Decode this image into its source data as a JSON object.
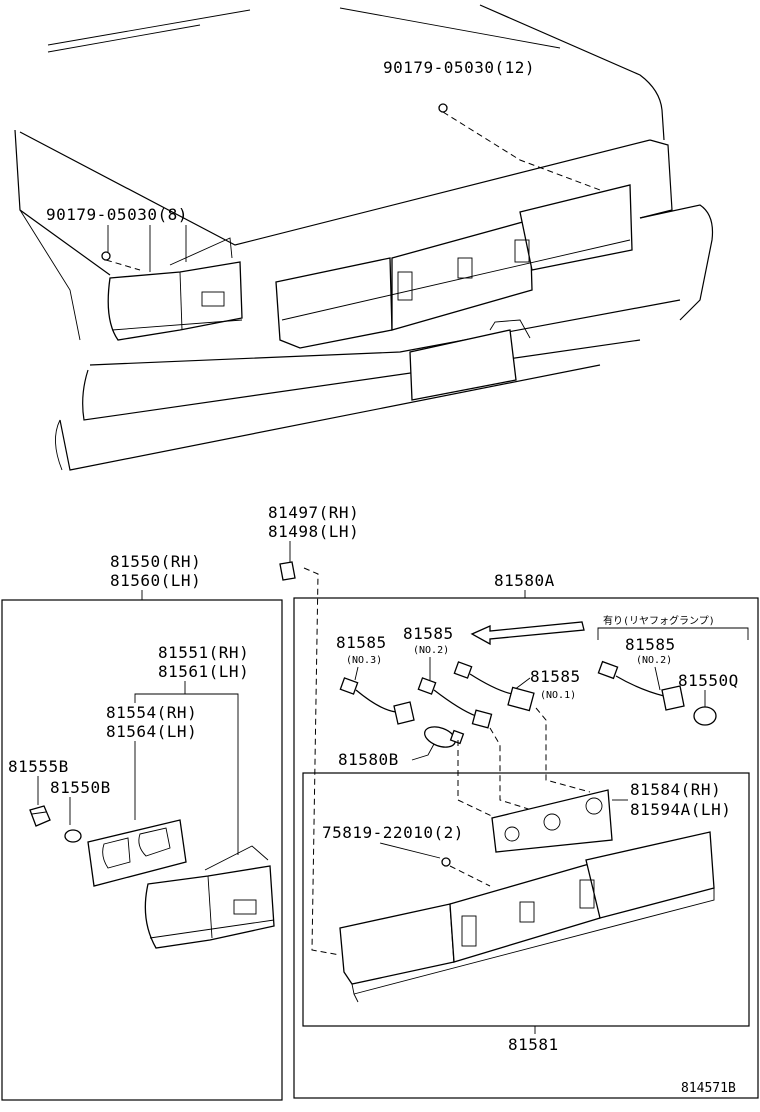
{
  "labels": {
    "bolt_upper": "90179-05030(12)",
    "bolt_left": "90179-05030(8)",
    "c81497": "81497(RH)",
    "c81498": "81498(LH)",
    "c81550": "81550(RH)",
    "c81560": "81560(LH)",
    "c81580a": "81580A",
    "c81551": "81551(RH)",
    "c81561": "81561(LH)",
    "c81554": "81554(RH)",
    "c81564": "81564(LH)",
    "c81555b": "81555B",
    "c81550b": "81550B",
    "c81585_a": "81585",
    "c81585_a_sub": "(NO.3)",
    "c81585_b": "81585",
    "c81585_b_sub": "(NO.2)",
    "c81585_c": "81585",
    "c81585_c_sub": "(NO.1)",
    "c81585_d": "81585",
    "c81585_d_sub": "(NO.2)",
    "jp_note": "有り(リヤフォグランプ)",
    "c81550q": "81550Q",
    "c81580b": "81580B",
    "c81584": "81584(RH)",
    "c81594a": "81594A(LH)",
    "screw": "75819-22010(2)",
    "c81581": "81581",
    "diagram_id": "814571B"
  }
}
